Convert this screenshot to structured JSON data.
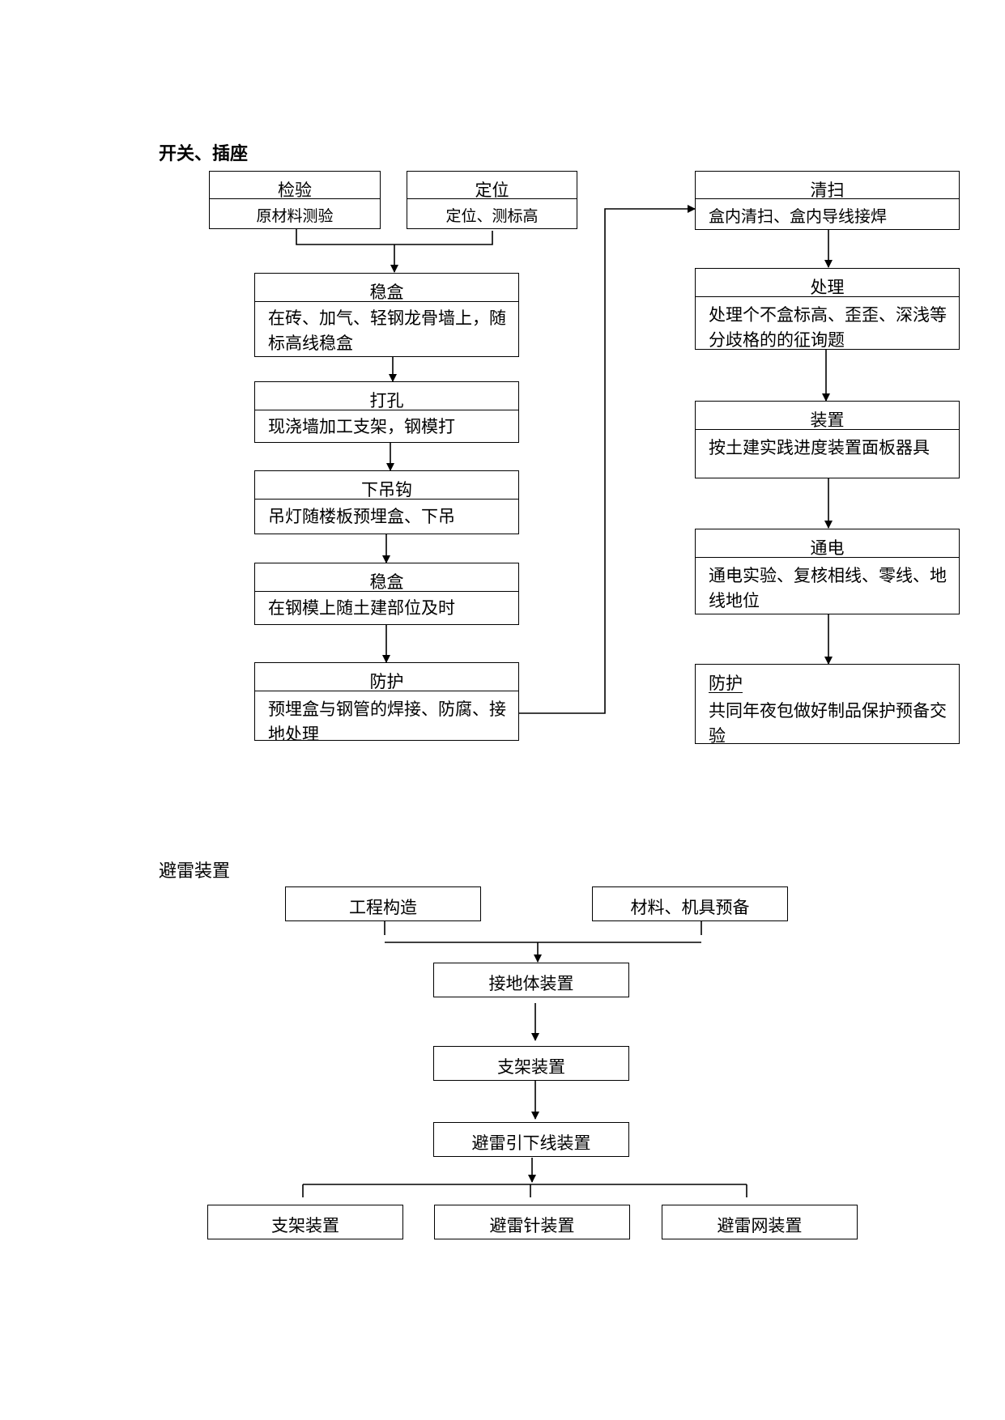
{
  "section1": {
    "heading": "开关、插座",
    "nodes": {
      "inspect": {
        "title": "检验",
        "desc": "原材料测验"
      },
      "position": {
        "title": "定位",
        "desc": "定位、测标高"
      },
      "mount1": {
        "title": "稳盒",
        "desc": "在砖、加气、轻钢龙骨墙上，随标高线稳盒"
      },
      "drill": {
        "title": "打孔",
        "desc": "现浇墙加工支架，钢模打"
      },
      "hook": {
        "title": "下吊钩",
        "desc": "吊灯随楼板预埋盒、下吊"
      },
      "mount2": {
        "title": "稳盒",
        "desc": "在钢模上随土建部位及时"
      },
      "protect1": {
        "title": "防护",
        "desc": "预埋盒与钢管的焊接、防腐、接地处理"
      },
      "clean": {
        "title": "清扫",
        "desc": "盒内清扫、盒内导线接焊"
      },
      "handle": {
        "title": "处理",
        "desc": "处理个不盒标高、歪歪、深浅等分歧格的的征询题"
      },
      "install": {
        "title": "装置",
        "desc": "按土建实践进度装置面板器具"
      },
      "power": {
        "title": "通电",
        "desc": "通电实验、复核相线、零线、地线地位"
      },
      "protect2": {
        "title": "防护",
        "desc": "共同年夜包做好制品保护预备交验"
      }
    }
  },
  "section2": {
    "heading": "避雷装置",
    "nodes": {
      "structure": "工程构造",
      "materials": "材料、机具预备",
      "grounding": "接地体装置",
      "bracket": "支架装置",
      "downlead": "避雷引下线装置",
      "bracket2": "支架装置",
      "rod": "避雷针装置",
      "net": "避雷网装置"
    }
  }
}
